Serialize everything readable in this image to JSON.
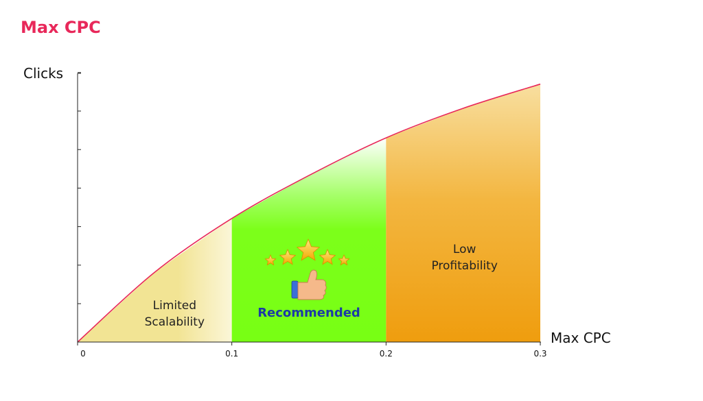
{
  "title": "Max CPC",
  "colors": {
    "title": "#e8285a",
    "curve": "#e8285a",
    "limited_fill": "#f2e494",
    "recommended_fill": "#7cff1a",
    "low_profit_fill": "#f0a010",
    "recommended_text": "#1c3aa6"
  },
  "icons": {
    "rating": "five-stars-icon",
    "approval": "thumbs-up-icon"
  },
  "chart_data": {
    "type": "area",
    "xlabel": "Max CPC",
    "ylabel": "Clicks",
    "xlim": [
      0,
      0.3
    ],
    "ylim": [
      0,
      1
    ],
    "x_ticks": [
      "0",
      "0.1",
      "0.2",
      "0.3"
    ],
    "y_tick_count": 7,
    "y_tick_labels_shown": false,
    "grid": false,
    "series": [
      {
        "x": [
          0,
          0.05,
          0.1,
          0.15,
          0.2,
          0.25,
          0.3
        ],
        "y": [
          0,
          0.26,
          0.46,
          0.62,
          0.76,
          0.87,
          0.96
        ]
      }
    ],
    "regions": [
      {
        "label_lines": [
          "Limited",
          "Scalability"
        ],
        "x_start": 0,
        "x_end": 0.1,
        "fill": "#f2e494"
      },
      {
        "label_lines": [
          "Recommended"
        ],
        "x_start": 0.1,
        "x_end": 0.2,
        "fill": "#7cff1a"
      },
      {
        "label_lines": [
          "Low",
          "Profitability"
        ],
        "x_start": 0.2,
        "x_end": 0.3,
        "fill": "#f0a010"
      }
    ]
  }
}
